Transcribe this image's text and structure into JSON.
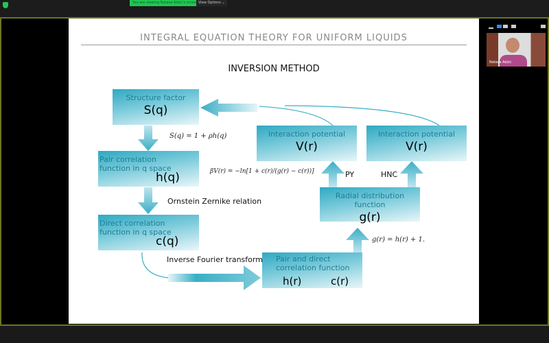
{
  "zoom": {
    "banner": "You are viewing Natasa Adzic's screen",
    "view_options": "View Options ⌄",
    "participant_name": "Natasa Adzic"
  },
  "slide": {
    "title": "INTEGRAL EQUATION THEORY FOR UNIFORM LIQUIDS",
    "subtitle": "INVERSION METHOD",
    "boxes": {
      "sq": {
        "label": "Structure factor",
        "symbol": "S(q)"
      },
      "hq": {
        "label": "Pair correlation function in q space",
        "symbol": "h(q)"
      },
      "cq": {
        "label": "Direct correlation function in q space",
        "symbol": "c(q)"
      },
      "hrcr": {
        "label": "Pair and direct correlation function",
        "symbol1": "h(r)",
        "symbol2": "c(r)"
      },
      "gr": {
        "label": "Radial distribution function",
        "symbol": "g(r)"
      },
      "v1": {
        "label": "Interaction potential",
        "symbol": "V(r)"
      },
      "v2": {
        "label": "Interaction potential",
        "symbol": "V(r)"
      }
    },
    "equations": {
      "sq": "S(q) = 1 + ρh(q)",
      "bv": "βV(r) = −ln[1 + c(r)/(g(r) − c(r))]",
      "gr": "g(r) = h(r) + 1."
    },
    "labels": {
      "oz": "Ornstein Zernike relation",
      "ift": "Inverse Fourier transform",
      "py": "PY",
      "hnc": "HNC"
    }
  }
}
